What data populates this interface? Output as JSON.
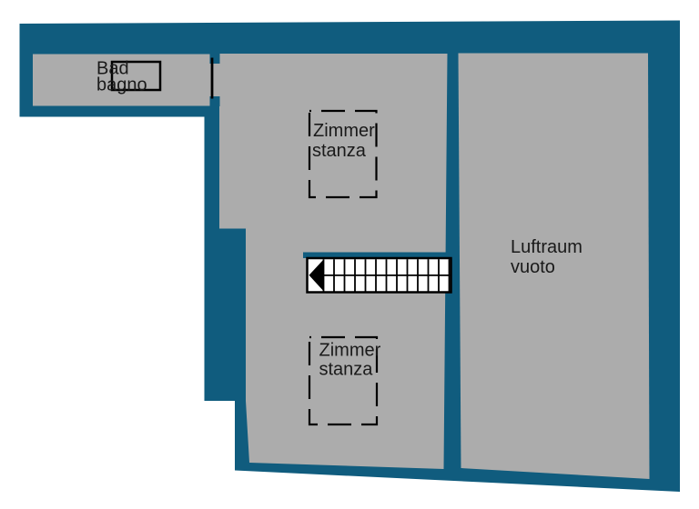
{
  "plan": {
    "type": "floor-plan",
    "languages": [
      "de",
      "it"
    ]
  },
  "colors": {
    "wall": "#105c7e",
    "floor": "#acacac",
    "line": "#000000",
    "text": "#1a1a1a",
    "background": "#ffffff",
    "stair_fill": "#ffffff"
  },
  "rooms": {
    "bathroom": {
      "label_line1": "Bad",
      "label_line2": "bagno"
    },
    "room_upper": {
      "label_line1": "Zimmer",
      "label_line2": "stanza"
    },
    "room_lower": {
      "label_line1": "Zimmer",
      "label_line2": "stanza"
    },
    "void": {
      "label_line1": "Luftraum",
      "label_line2": "vuoto"
    }
  },
  "stairs": {
    "tread_count": 12,
    "direction_icon": "left-arrow"
  }
}
